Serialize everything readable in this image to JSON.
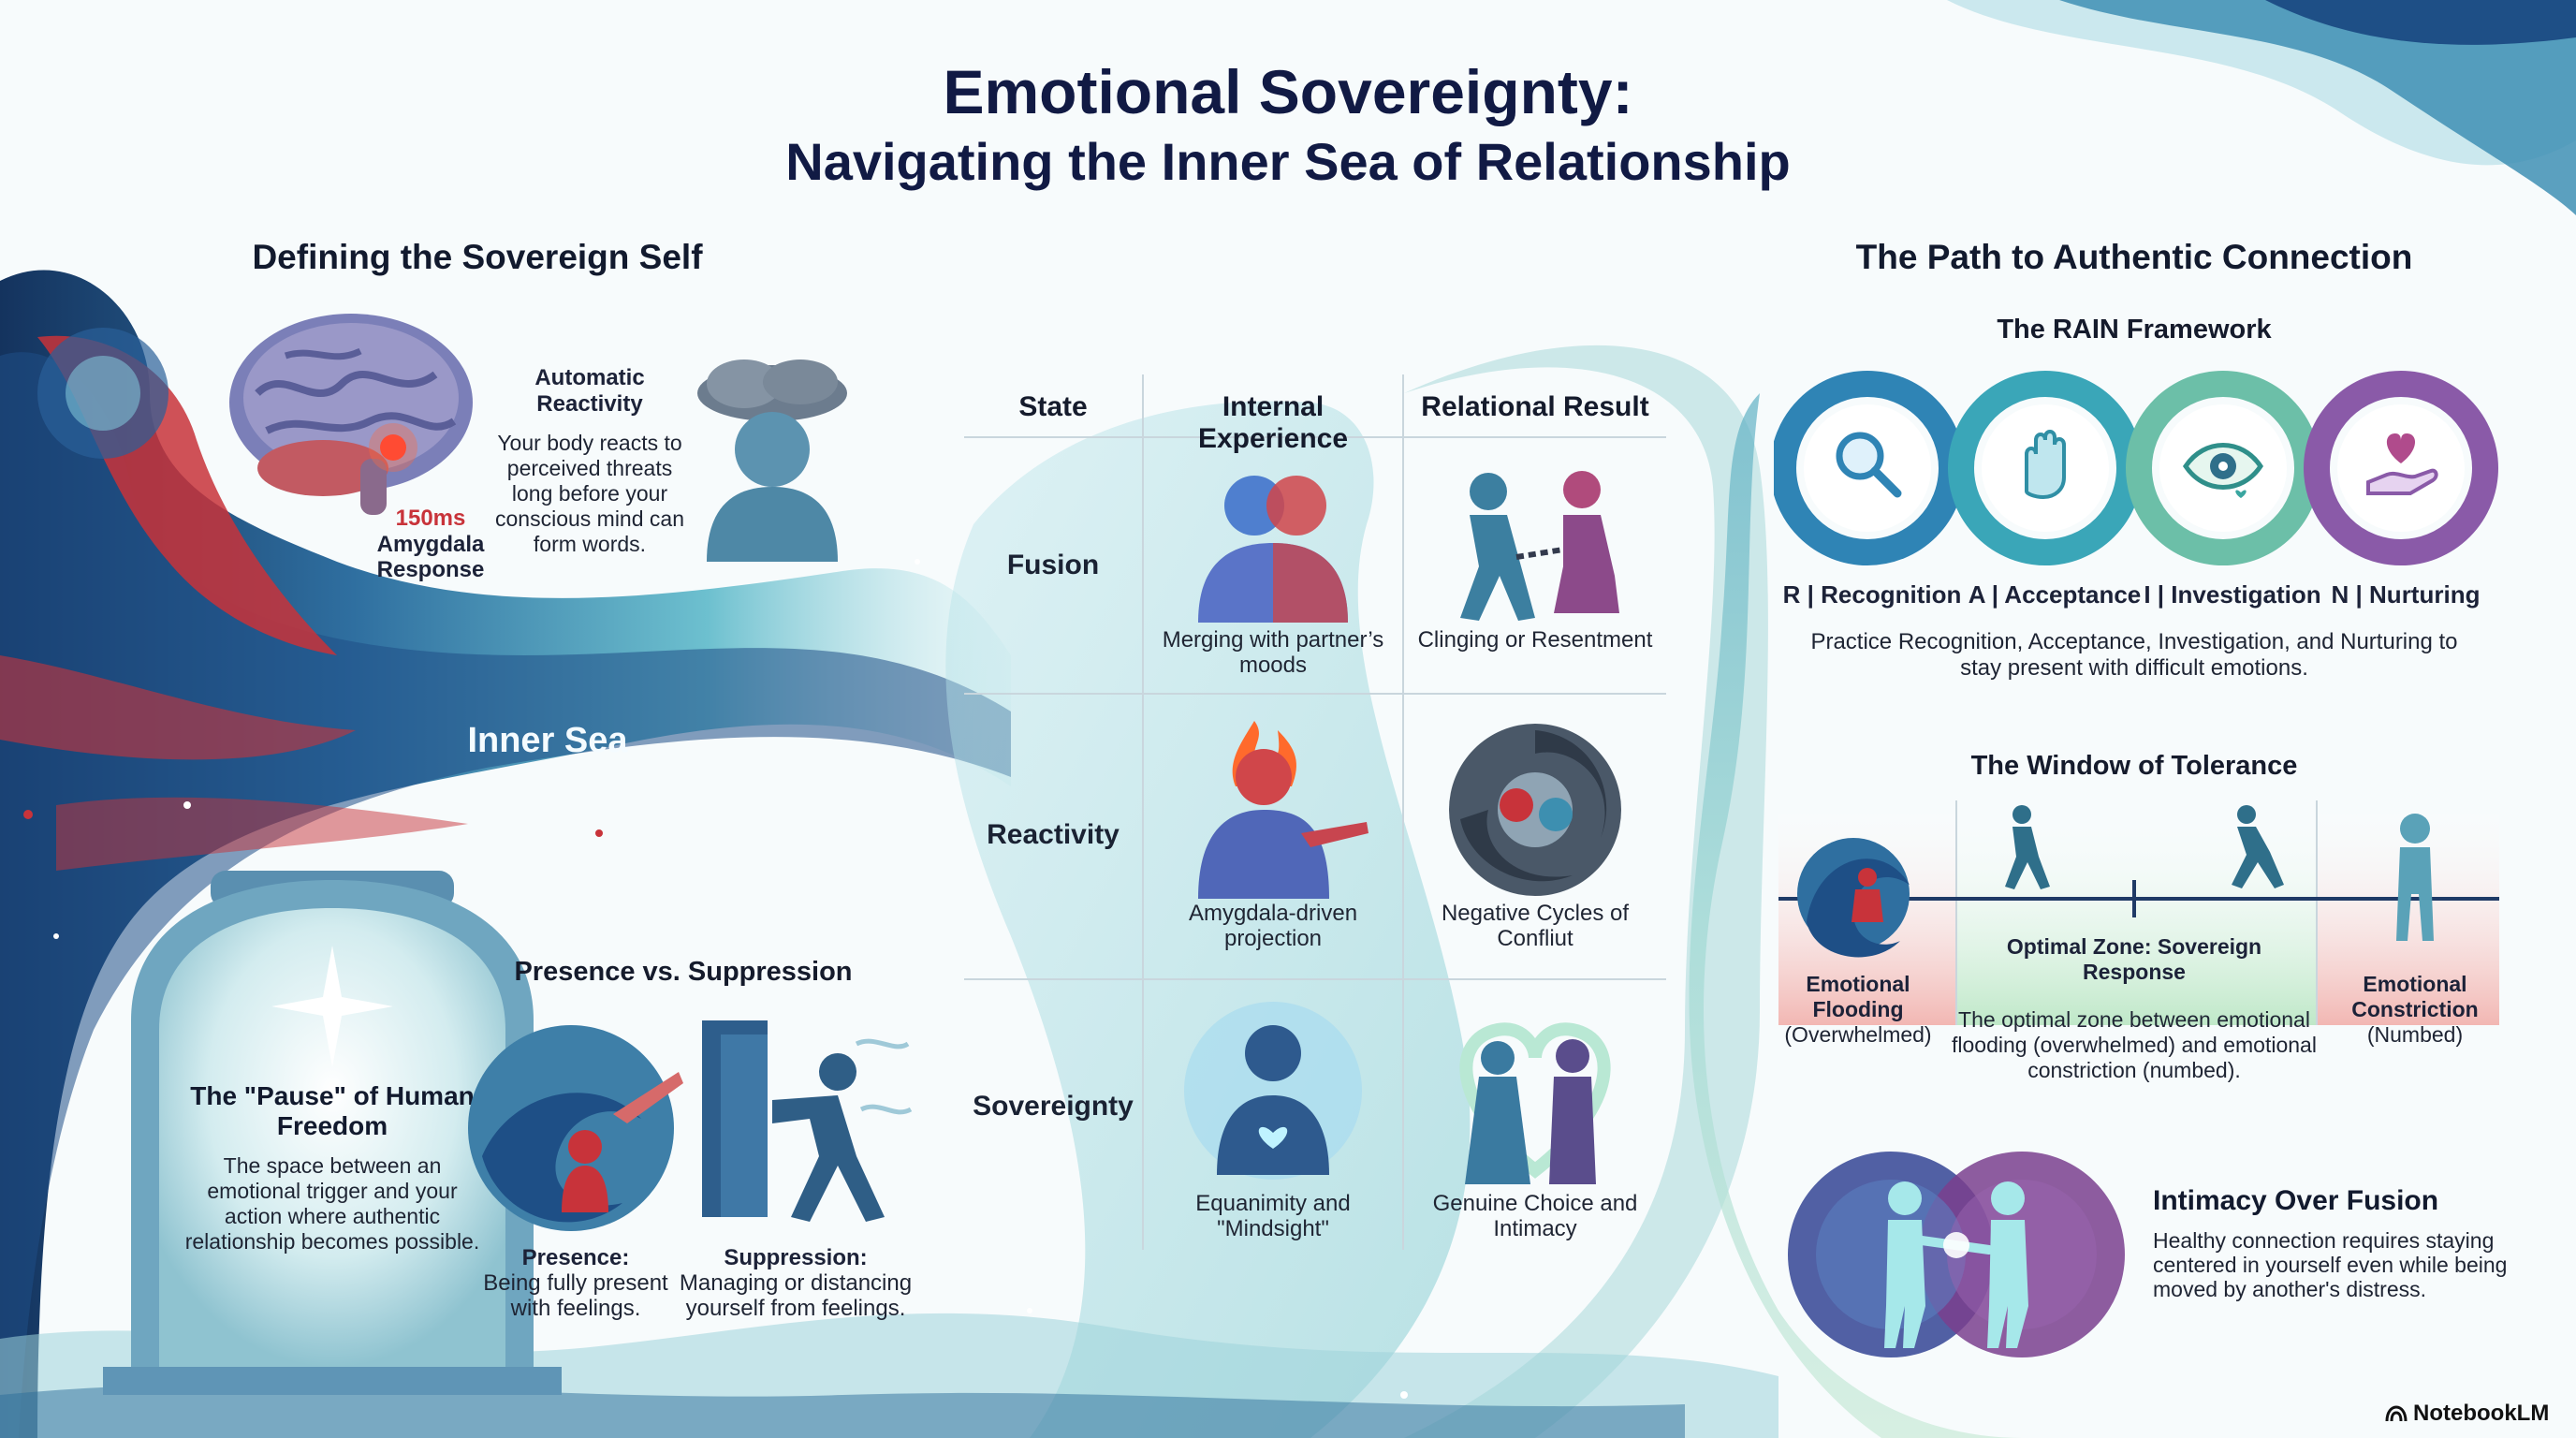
{
  "title": {
    "line1": "Emotional Sovereignty:",
    "line2": "Navigating the Inner Sea of Relationship"
  },
  "left": {
    "heading": "Defining the Sovereign Self",
    "brain": {
      "ms": "150ms",
      "label": "Amygdala Response"
    },
    "reactivity": {
      "title": "Automatic Reactivity",
      "text": "Your body reacts to perceived threats long before your conscious mind can form words."
    },
    "inner_sea": "Inner Sea",
    "pause": {
      "title": "The \"Pause\" of Human Freedom",
      "text": "The space between an emotional trigger and your action where authentic relationship becomes possible."
    },
    "presence_vs": {
      "heading": "Presence vs. Suppression",
      "presence_label": "Presence:",
      "presence_text": "Being fully present with feelings.",
      "suppression_label": "Suppression:",
      "suppression_text": "Managing or distancing yourself from feelings."
    }
  },
  "table": {
    "headers": [
      "State",
      "Internal Experience",
      "Relational Result"
    ],
    "rows": [
      {
        "state": "Fusion",
        "internal": "Merging with partner’s moods",
        "result": "Clinging or Resentment"
      },
      {
        "state": "Reactivity",
        "internal": "Amygdala-driven projection",
        "result": "Negative Cycles of Confliut"
      },
      {
        "state": "Sovereignty",
        "internal": "Equanimity and \"Mindsight\"",
        "result": "Genuine Choice and Intimacy"
      }
    ]
  },
  "right": {
    "heading": "The Path to Authentic Connection",
    "rain": {
      "heading": "The RAIN Framework",
      "items": [
        "R | Recognition",
        "A | Acceptance",
        "I | Investigation",
        "N | Nurturing"
      ],
      "text": "Practice Recognition, Acceptance, Investigation, and Nurturing to stay present with difficult emotions."
    },
    "window": {
      "heading": "The Window of Tolerance",
      "left_title": "Emotional Flooding",
      "left_sub": "(Overwhelmed)",
      "mid_title": "Optimal Zone: Sovereign Response",
      "mid_text": "The optimal zone between emotional flooding (overwhelmed) and emotional constriction (numbed).",
      "right_title": "Emotional Constriction",
      "right_sub": "(Numbed)"
    },
    "intimacy": {
      "title": "Intimacy Over Fusion",
      "text": "Healthy connection requires staying centered in yourself even while being moved by another's distress."
    }
  },
  "brand": "NotebookLM",
  "colors": {
    "navy": "#111a44",
    "teal": "#3aa6b8",
    "red": "#c8333a",
    "purple": "#8a5aa8",
    "green": "#7cc79a"
  }
}
